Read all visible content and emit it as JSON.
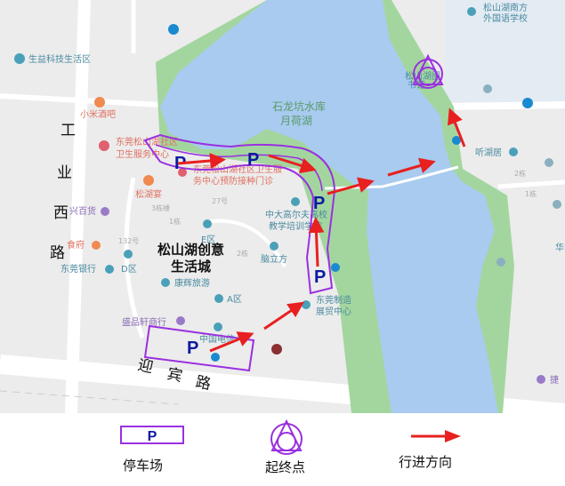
{
  "map": {
    "roads": {
      "gongye_xi_lu": [
        "工",
        "业",
        "西",
        "路"
      ],
      "yingbin_lu": [
        "迎",
        "宾",
        "路"
      ]
    },
    "district": [
      "松山湖创意",
      "生活城"
    ],
    "lake_name": "月荷湖",
    "lake_sub": "石龙坑水库",
    "pois": {
      "shengyi": "生益科技生活区",
      "xiaomi": "小米酒吧",
      "clinic1": [
        "东莞松山湖社区",
        "卫生服务中心"
      ],
      "clinic2": [
        "东莞松山湖社区卫生服",
        "务中心预防接种门诊"
      ],
      "songhuyan": "松湖宴",
      "baihuo": "兴百货",
      "shifu": "食府",
      "bank": "东莞银行",
      "d_zone": "D区",
      "e_zone": "E区",
      "a_zone": "A区",
      "kanghui": "康辉旅游",
      "shengpin": "盛品轩商行",
      "china_tel": "中国电信",
      "golf": [
        "中大高尔夫高校",
        "教学培训学院"
      ],
      "naolifang": "脑立方",
      "expo": [
        "东莞制造",
        "展贸中心"
      ],
      "school": [
        "松山湖南方",
        "外国语学校"
      ],
      "endpoint_label": [
        "松山湖图",
        "书馆"
      ],
      "tinghuju": "听湖居",
      "hua": "华",
      "jie": "捷"
    },
    "buildings": [
      "3栋楼",
      "1栋",
      "27号",
      "132号",
      "2栋",
      "1栋",
      "2栋",
      "1栋"
    ],
    "parking_mark": "P",
    "colors": {
      "route": "#9a30e0",
      "arrow": "#e82020",
      "parking_text": "#0a1aa0",
      "lake": "#a8cbef",
      "park": "#9fd49a",
      "land": "#eeeeee"
    }
  },
  "legend": {
    "parking": {
      "symbol": "P",
      "label": "停车场"
    },
    "start_end": {
      "label": "起终点"
    },
    "direction": {
      "label": "行进方向"
    }
  }
}
